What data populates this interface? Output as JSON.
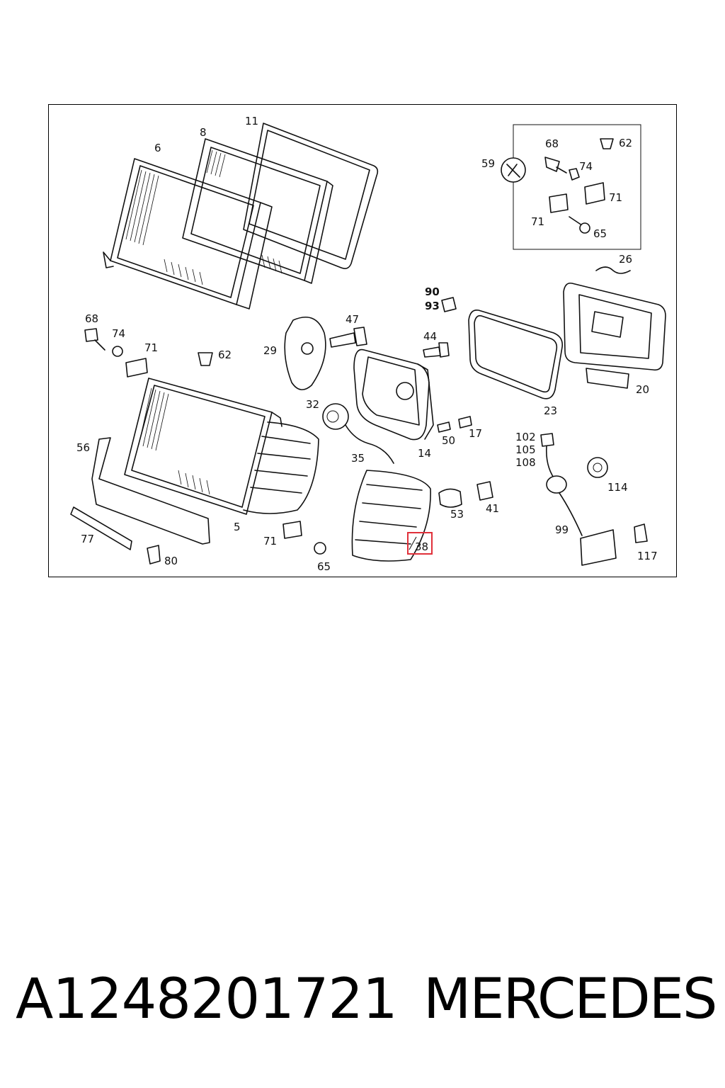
{
  "diagram": {
    "labels": {
      "l11": "11",
      "l8": "8",
      "l6": "6",
      "l59": "59",
      "l68a": "68",
      "l62a": "62",
      "l74a": "74",
      "l71a": "71",
      "l71b": "71",
      "l65a": "65",
      "l26": "26",
      "l90": "90",
      "l93": "93",
      "l68b": "68",
      "l74b": "74",
      "l71c": "71",
      "l62b": "62",
      "l29": "29",
      "l47": "47",
      "l44": "44",
      "l20": "20",
      "l23": "23",
      "l32": "32",
      "l56": "56",
      "l35": "35",
      "l14": "14",
      "l50": "50",
      "l17": "17",
      "l102": "102",
      "l105": "105",
      "l108": "108",
      "l114": "114",
      "l53": "53",
      "l41": "41",
      "l5": "5",
      "l77": "77",
      "l71d": "71",
      "l99": "99",
      "l38": "38",
      "l65b": "65",
      "l80": "80",
      "l117": "117"
    },
    "highlight_color": "#e0303a"
  },
  "footer": {
    "part_number": "A1248201721",
    "brand": "MERCEDES"
  }
}
